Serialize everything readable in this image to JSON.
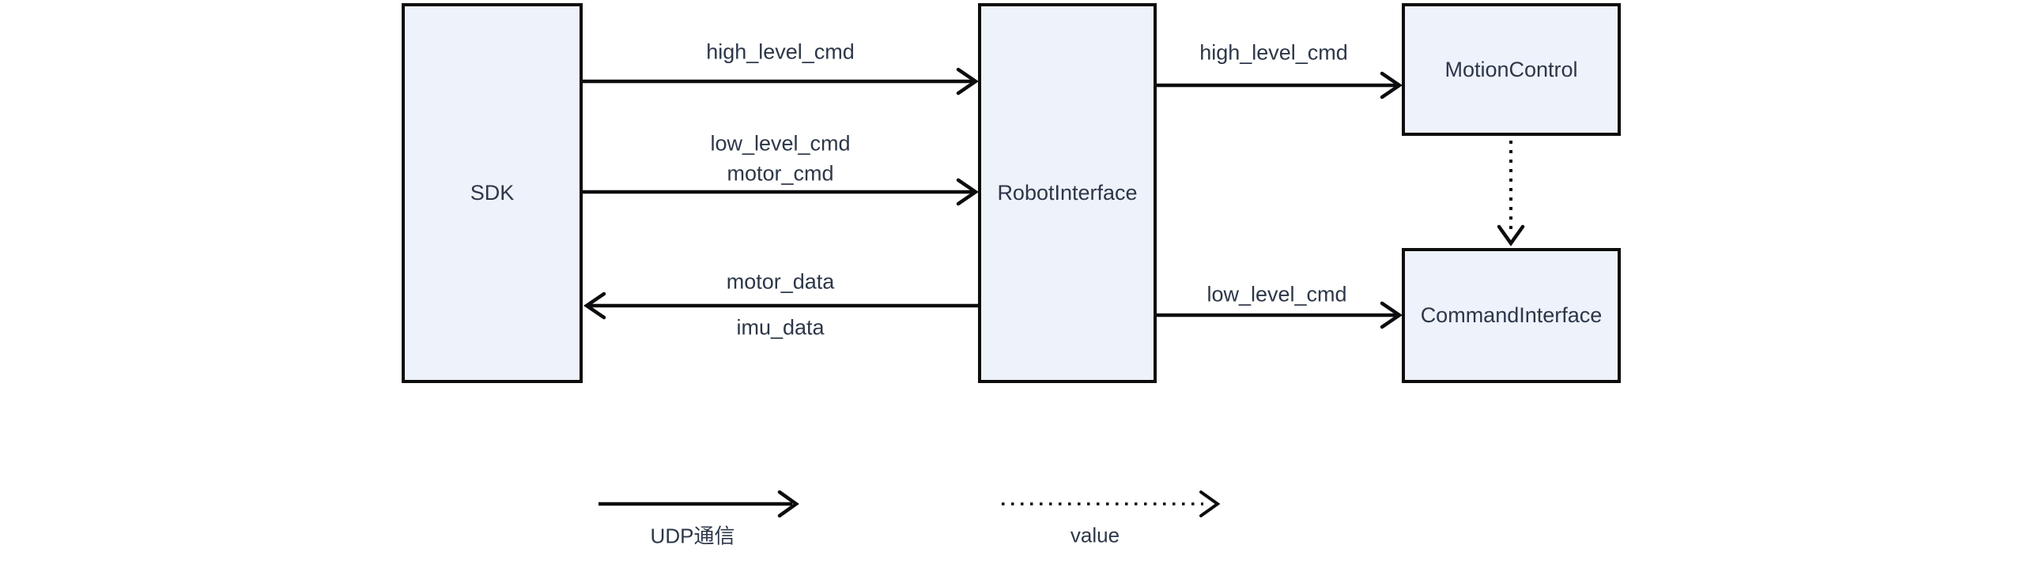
{
  "diagram": {
    "nodes": {
      "sdk": {
        "label": "SDK"
      },
      "robot_interface": {
        "label": "RobotInterface"
      },
      "motion_control": {
        "label": "MotionControl"
      },
      "command_interface": {
        "label": "CommandInterface"
      }
    },
    "edges": {
      "sdk_to_robot_high": {
        "label": "high_level_cmd",
        "style": "solid",
        "direction": "right"
      },
      "sdk_to_robot_low": {
        "label": "low_level_cmd",
        "style": "solid",
        "direction": "right"
      },
      "sdk_to_robot_motor": {
        "label": "motor_cmd",
        "style": "solid",
        "direction": "right"
      },
      "robot_to_sdk_motor_data": {
        "label": "motor_data",
        "style": "solid",
        "direction": "left"
      },
      "robot_to_sdk_imu_data": {
        "label": "imu_data",
        "style": "solid",
        "direction": "left"
      },
      "robot_to_motion": {
        "label": "high_level_cmd",
        "style": "solid",
        "direction": "right"
      },
      "robot_to_command": {
        "label": "low_level_cmd",
        "style": "solid",
        "direction": "right"
      },
      "motion_to_command": {
        "label": "",
        "style": "dotted",
        "direction": "down"
      }
    },
    "legend": {
      "solid": {
        "label": "UDP通信"
      },
      "dotted": {
        "label": "value"
      }
    },
    "colors": {
      "node_fill": "#edf2fb",
      "node_border": "#0d0d0d",
      "arrow": "#0d0d0d",
      "text": "#2d3748",
      "background": "#ffffff"
    }
  }
}
